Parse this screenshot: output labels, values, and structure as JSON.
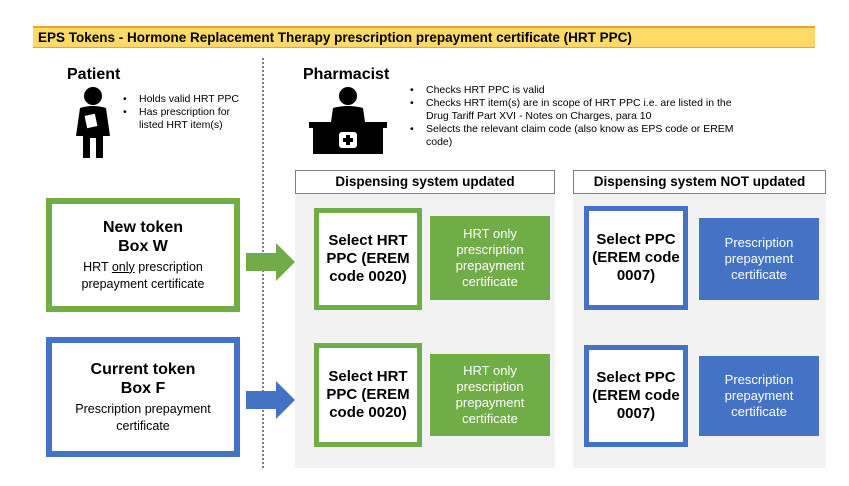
{
  "banner": {
    "title": "EPS Tokens - Hormone Replacement Therapy prescription prepayment certificate (HRT PPC)"
  },
  "patient": {
    "heading": "Patient",
    "icon": "patient-person-icon",
    "bullets": [
      "Holds valid HRT PPC",
      "Has prescription for listed HRT item(s)"
    ]
  },
  "pharmacist": {
    "heading": "Pharmacist",
    "icon": "pharmacist-counter-icon",
    "bullets": [
      "Checks HRT PPC is valid",
      "Checks HRT item(s) are in scope of HRT PPC i.e. are listed in the Drug Tariff Part XVI - Notes on Charges, para 10",
      "Selects the relevant claim code (also know as EPS code or EREM code)"
    ]
  },
  "tokens": {
    "new": {
      "title_line1": "New token",
      "title_line2": "Box W",
      "desc_pre": "HRT ",
      "desc_underline": "only",
      "desc_post": " prescription prepayment certificate"
    },
    "current": {
      "title_line1": "Current token",
      "title_line2": "Box F",
      "desc": "Prescription prepayment certificate"
    }
  },
  "panels": {
    "updated": {
      "header": "Dispensing system updated",
      "rows": [
        {
          "select": "Select HRT PPC (EREM code 0020)",
          "result": "HRT only prescription prepayment certificate"
        },
        {
          "select": "Select HRT PPC (EREM code 0020)",
          "result": "HRT only prescription prepayment certificate"
        }
      ]
    },
    "not_updated": {
      "header": "Dispensing system NOT updated",
      "rows": [
        {
          "select": "Select PPC (EREM code 0007)",
          "result": "Prescription prepayment certificate"
        },
        {
          "select": "Select PPC (EREM code 0007)",
          "result": "Prescription prepayment certificate"
        }
      ]
    }
  },
  "colors": {
    "green": "#70ad47",
    "blue": "#4472c4",
    "banner": "#ffd966",
    "panel": "#f2f2f2"
  }
}
